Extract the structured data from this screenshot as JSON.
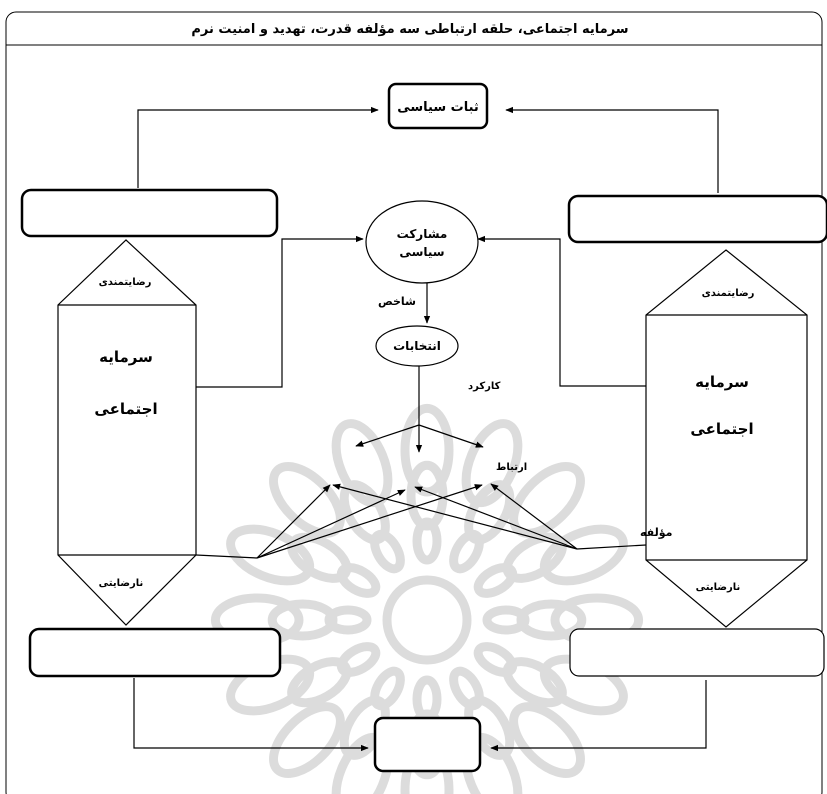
{
  "diagram": {
    "title": "سرمایه اجتماعی، حلقه ارتباطی سه مؤلفه قدرت، تهدید و امنیت نرم",
    "nodes": {
      "top_center": "ثبات سیاسی",
      "left_top_box": "",
      "right_top_box": "",
      "left_bottom_box": "",
      "right_bottom_box": "",
      "bottom_center": "",
      "participation": [
        "مشارکت",
        "سیاسی"
      ],
      "elections": "انتخابات"
    },
    "hexagon_left": {
      "top_label": "رضایتمندی",
      "main_line1": "سرمایه",
      "main_line2": "اجتماعی",
      "bottom_label": "نارضایتی"
    },
    "hexagon_right": {
      "top_label": "رضایتمندی",
      "main_line1": "سرمایه",
      "main_line2": "اجتماعی",
      "bottom_label": "نارضایتی"
    },
    "edge_labels": {
      "indicator": "شاخص",
      "function": "کارکرد",
      "relation": "ارتباط",
      "component": "مؤلفه"
    },
    "colors": {
      "stroke": "#000000",
      "fill": "#ffffff",
      "watermark": "#d9d9d9"
    }
  }
}
